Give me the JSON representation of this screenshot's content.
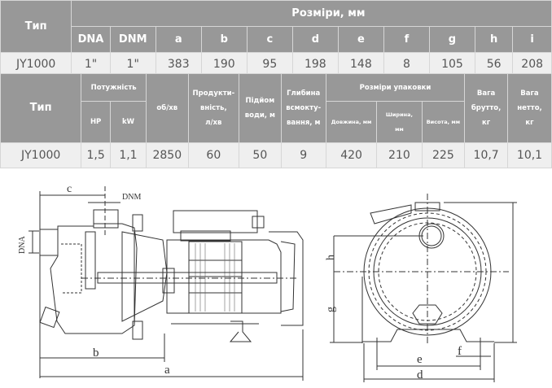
{
  "table_dimensions": {
    "type_header": "Тип",
    "group_header": "Розміри, мм",
    "columns": [
      "DNA",
      "DNM",
      "a",
      "b",
      "c",
      "d",
      "e",
      "f",
      "g",
      "h",
      "i"
    ],
    "row": {
      "type": "JY1000",
      "values": [
        "1\"",
        "1\"",
        "383",
        "190",
        "95",
        "198",
        "148",
        "8",
        "105",
        "56",
        "208"
      ]
    }
  },
  "table_specs": {
    "type_header": "Тип",
    "power_header": "Потужність",
    "power_hp": "HP",
    "power_kw": "kW",
    "rpm_header": "об/хв",
    "capacity_header_1": "Продукти-",
    "capacity_header_2": "вність,",
    "capacity_header_3": "л/хв",
    "head_header_1": "Підйом",
    "head_header_2": "води, м",
    "suction_header_1": "Глибина",
    "suction_header_2": "всмокту-",
    "suction_header_3": "вання, м",
    "package_header": "Розміри упаковки",
    "package_length": "Довжина, мм",
    "package_width_1": "Ширина,",
    "package_width_2": "мм",
    "package_height": "Висота, мм",
    "gross_1": "Вага",
    "gross_2": "брутто,",
    "gross_3": "кг",
    "net_1": "Вага",
    "net_2": "нетто,",
    "net_3": "кг",
    "row": {
      "type": "JY1000",
      "hp": "1,5",
      "kw": "1,1",
      "rpm": "2850",
      "capacity": "60",
      "head": "50",
      "suction": "9",
      "length": "420",
      "width": "210",
      "height": "225",
      "gross": "10,7",
      "net": "10,1"
    }
  },
  "drawing": {
    "labels": {
      "c": "c",
      "dnm": "DNM",
      "dna": "DNA",
      "b": "b",
      "a": "a",
      "h": "h",
      "g": "g",
      "e": "e",
      "f": "f",
      "d": "d"
    }
  }
}
